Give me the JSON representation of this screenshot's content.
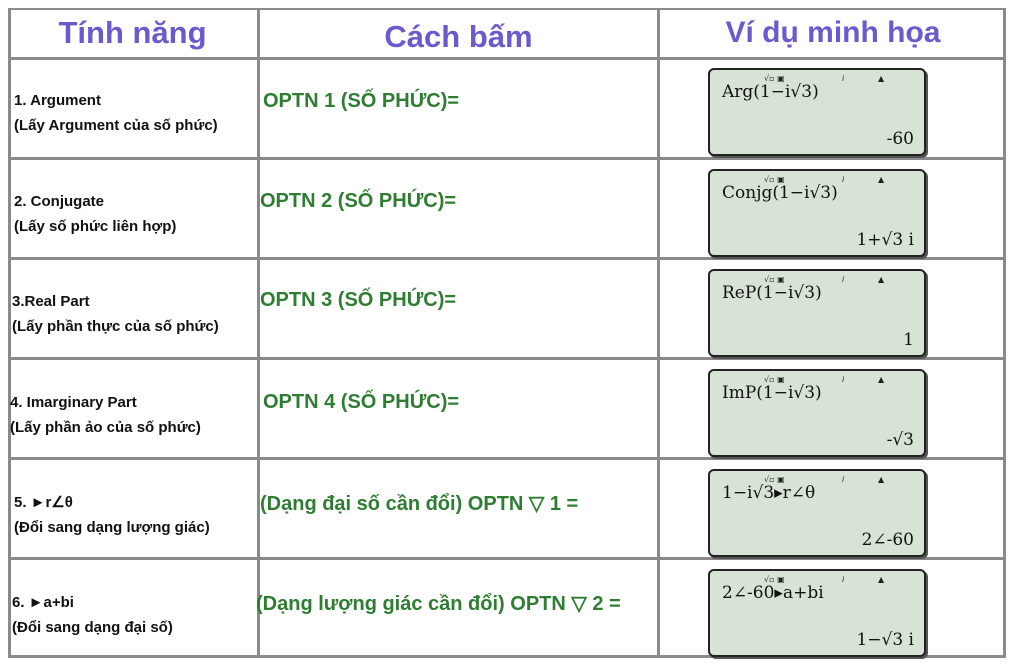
{
  "header": {
    "col1": "Tính năng",
    "col2": "Cách bấm",
    "col3": "Ví dụ minh họa"
  },
  "colors": {
    "header_text": "#6a5acd",
    "keystroke_text": "#2e7d32",
    "border": "#8a8a8a",
    "screen_bg": "#d7e3d5"
  },
  "rows": [
    {
      "feature": "1. Argument",
      "description": "(Lấy Argument của số phức)",
      "keystroke": "OPTN 1 (SỐ PHỨC)=",
      "screen": {
        "indicators": "√▫ ▣",
        "i_flag": "i",
        "up_flag": "▲",
        "expression": "Arg(1−i√3)",
        "result": "-60"
      }
    },
    {
      "feature": "2. Conjugate",
      "description": "(Lấy số phức liên hợp)",
      "keystroke": "OPTN 2 (SỐ PHỨC)=",
      "screen": {
        "indicators": "√▫ ▣",
        "i_flag": "i",
        "up_flag": "▲",
        "expression": "Conjg(1−i√3)",
        "result": "1+√3 i"
      }
    },
    {
      "feature": "3.Real Part",
      "description": "(Lấy phần thực của số phức)",
      "keystroke": "OPTN 3 (SỐ PHỨC)=",
      "screen": {
        "indicators": "√▫ ▣",
        "i_flag": "i",
        "up_flag": "▲",
        "expression": "ReP(1−i√3)",
        "result": "1"
      }
    },
    {
      "feature": "4. Imarginary Part",
      "description": "(Lấy phần ảo của số phức)",
      "keystroke": "OPTN 4 (SỐ PHỨC)=",
      "screen": {
        "indicators": "√▫ ▣",
        "i_flag": "i",
        "up_flag": "▲",
        "expression": "ImP(1−i√3)",
        "result": "-√3"
      }
    },
    {
      "feature": "5. ►r∠θ",
      "description": "(Đổi sang dạng lượng giác)",
      "keystroke": "(Dạng đại số cần đổi) OPTN ▽ 1 =",
      "screen": {
        "indicators": "√▫ ▣",
        "i_flag": "i",
        "up_flag": "▲",
        "expression": "1−i√3▸r∠θ",
        "result": "2∠-60"
      }
    },
    {
      "feature": "6. ►a+bi",
      "description": "(Đổi sang dạng đại số)",
      "keystroke": "(Dạng lượng giác cần đổi) OPTN ▽ 2 =",
      "screen": {
        "indicators": "√▫ ▣",
        "i_flag": "i",
        "up_flag": "▲",
        "expression": "2∠-60▸a+bi",
        "result": "1−√3 i"
      }
    }
  ]
}
